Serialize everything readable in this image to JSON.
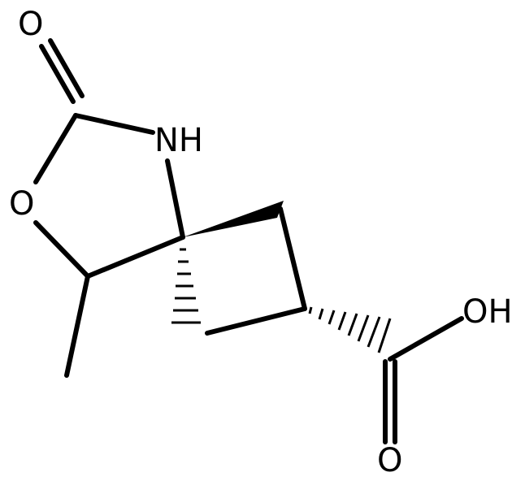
{
  "atoms": {
    "carbonyl_oxygen": "O",
    "ring_oxygen": "O",
    "nitrogen": "NH",
    "hydroxyl": "OH",
    "acid_carbonyl_oxygen": "O"
  },
  "colors": {
    "bond": "#000000",
    "background": "#ffffff"
  }
}
